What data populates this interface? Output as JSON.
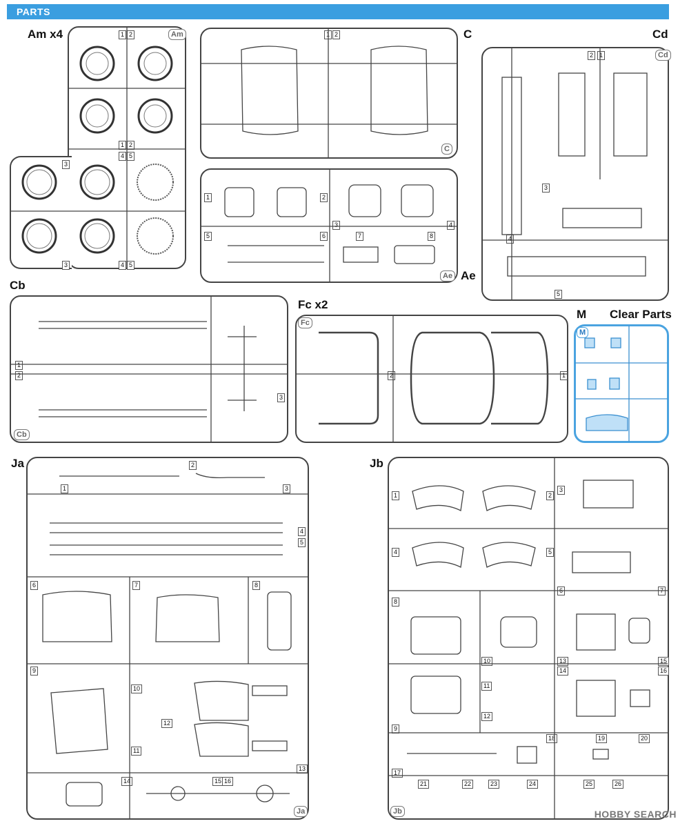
{
  "header": {
    "title": "PARTS"
  },
  "sprues": {
    "am": {
      "title": "Am x4",
      "tag": "Am",
      "numbers": [
        "1",
        "2",
        "1",
        "2",
        "3",
        "4",
        "5",
        "3",
        "4",
        "5"
      ]
    },
    "c": {
      "title": "C",
      "tag": "C",
      "numbers": [
        "1",
        "2"
      ]
    },
    "cd": {
      "title": "Cd",
      "tag": "Cd",
      "numbers": [
        "1",
        "2",
        "3",
        "4",
        "5"
      ]
    },
    "ae": {
      "title": "Ae",
      "tag": "Ae",
      "numbers": [
        "1",
        "2",
        "3",
        "4",
        "5",
        "6",
        "7",
        "8"
      ]
    },
    "cb": {
      "title": "Cb",
      "tag": "Cb",
      "numbers": [
        "1",
        "2",
        "3"
      ]
    },
    "fc": {
      "title": "Fc x2",
      "tag": "Fc",
      "numbers": [
        "1",
        "2"
      ]
    },
    "m": {
      "title": "M",
      "subtitle": "Clear Parts",
      "tag": "M"
    },
    "ja": {
      "title": "Ja",
      "tag": "Ja",
      "numbers": [
        "1",
        "2",
        "3",
        "4",
        "5",
        "6",
        "7",
        "8",
        "9",
        "10",
        "11",
        "12",
        "13",
        "14",
        "15",
        "16"
      ]
    },
    "jb": {
      "title": "Jb",
      "tag": "Jb",
      "numbers": [
        "1",
        "2",
        "3",
        "4",
        "5",
        "6",
        "7",
        "8",
        "9",
        "10",
        "11",
        "12",
        "13",
        "14",
        "15",
        "16",
        "17",
        "18",
        "19",
        "20",
        "21",
        "22",
        "23",
        "24",
        "25",
        "26"
      ]
    }
  },
  "watermark": "HOBBY SEARCH"
}
